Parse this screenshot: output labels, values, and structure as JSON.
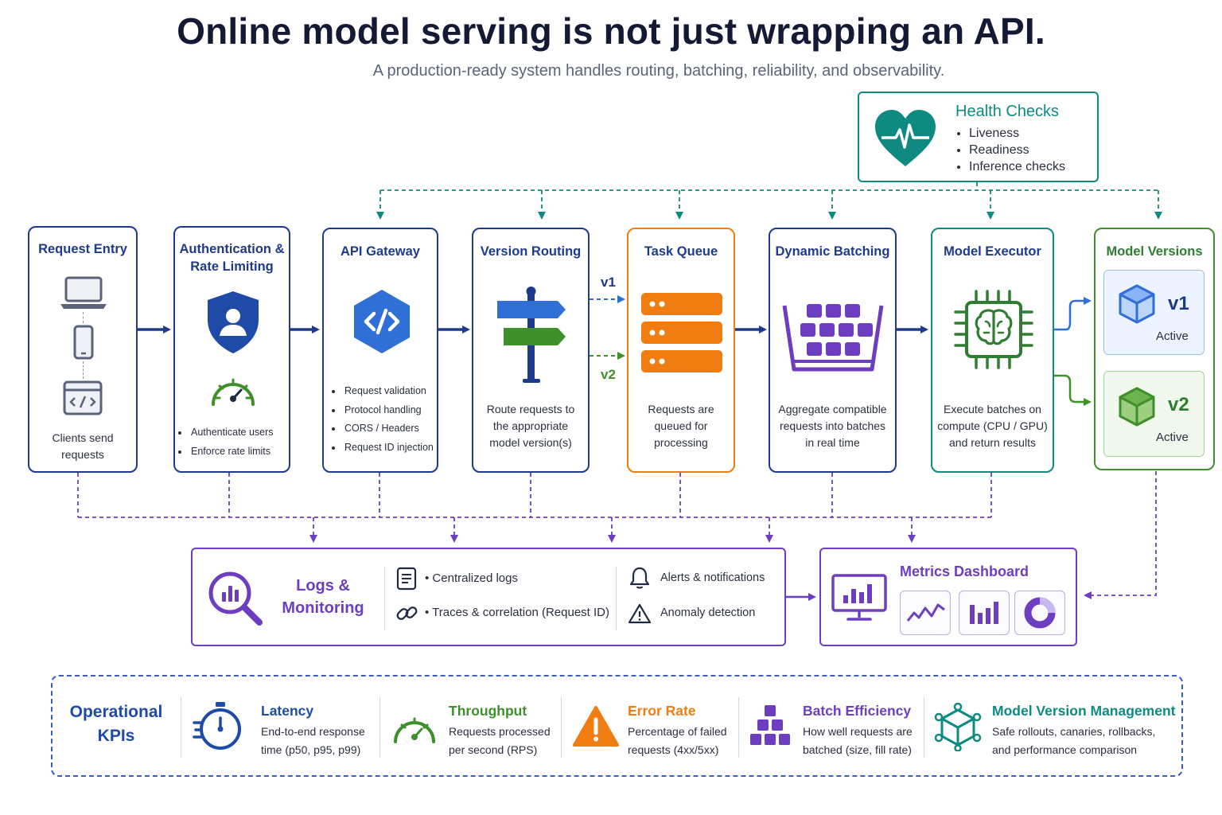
{
  "title": "Online model serving is not just wrapping an API.",
  "subtitle": "A production-ready system handles routing, batching, reliability, and observability.",
  "health_checks": {
    "title": "Health Checks",
    "items": [
      "Liveness",
      "Readiness",
      "Inference checks"
    ]
  },
  "stages": {
    "request_entry": {
      "title": "Request Entry",
      "desc_line1": "Clients send",
      "desc_line2": "requests"
    },
    "auth": {
      "title_line1": "Authentication &",
      "title_line2": "Rate Limiting",
      "items": [
        "Authenticate users",
        "Enforce rate limits"
      ]
    },
    "api_gateway": {
      "title": "API Gateway",
      "items": [
        "Request validation",
        "Protocol handling",
        "CORS / Headers",
        "Request ID injection"
      ]
    },
    "version_routing": {
      "title": "Version Routing",
      "desc_line1": "Route requests to",
      "desc_line2": "the appropriate",
      "desc_line3": "model version(s)"
    },
    "task_queue": {
      "title": "Task Queue",
      "desc_line1": "Requests are",
      "desc_line2": "queued for",
      "desc_line3": "processing"
    },
    "dynamic_batching": {
      "title": "Dynamic Batching",
      "desc_line1": "Aggregate compatible",
      "desc_line2": "requests into batches",
      "desc_line3": "in real time"
    },
    "model_executor": {
      "title": "Model Executor",
      "desc_line1": "Execute batches on",
      "desc_line2": "compute (CPU / GPU)",
      "desc_line3": "and return results"
    },
    "model_versions": {
      "title": "Model Versions",
      "v1": {
        "label": "v1",
        "status": "Active"
      },
      "v2": {
        "label": "v2",
        "status": "Active"
      }
    }
  },
  "routing_labels": {
    "v1": "v1",
    "v2": "v2"
  },
  "logs": {
    "title_line1": "Logs &",
    "title_line2": "Monitoring",
    "items": [
      "Centralized logs",
      "Traces & correlation (Request ID)"
    ],
    "alerts": [
      "Alerts & notifications",
      "Anomaly detection"
    ]
  },
  "metrics": {
    "title": "Metrics Dashboard"
  },
  "kpis": {
    "title_line1": "Operational",
    "title_line2": "KPIs",
    "latency": {
      "title": "Latency",
      "desc_line1": "End-to-end response",
      "desc_line2": "time (p50, p95, p99)"
    },
    "throughput": {
      "title": "Throughput",
      "desc_line1": "Requests processed",
      "desc_line2": "per second (RPS)"
    },
    "error_rate": {
      "title": "Error Rate",
      "desc_line1": "Percentage of failed",
      "desc_line2": "requests (4xx/5xx)"
    },
    "batch_efficiency": {
      "title": "Batch Efficiency",
      "desc_line1": "How well requests are",
      "desc_line2": "batched (size, fill rate)"
    },
    "model_version_mgmt": {
      "title": "Model Version Management",
      "desc_line1": "Safe rollouts, canaries, rollbacks,",
      "desc_line2": "and performance comparison"
    }
  },
  "colors": {
    "navy": "#1e3a8a",
    "teal": "#0f8a80",
    "orange": "#f07d12",
    "green": "#3f8f2a",
    "purple": "#6d3fc0",
    "blue": "#2f6fd6"
  },
  "icons": [
    "laptop-icon",
    "phone-icon",
    "browser-code-icon",
    "shield-user-icon",
    "gauge-icon",
    "code-hexagon-icon",
    "signpost-icon",
    "server-stack-icon",
    "basket-grid-icon",
    "brain-chip-icon",
    "cube-icon",
    "heart-pulse-icon",
    "magnifier-chart-icon",
    "document-icon",
    "link-icon",
    "bell-icon",
    "warning-icon",
    "monitor-chart-icon",
    "stopwatch-icon",
    "pyramid-blocks-icon",
    "network-cube-icon"
  ]
}
